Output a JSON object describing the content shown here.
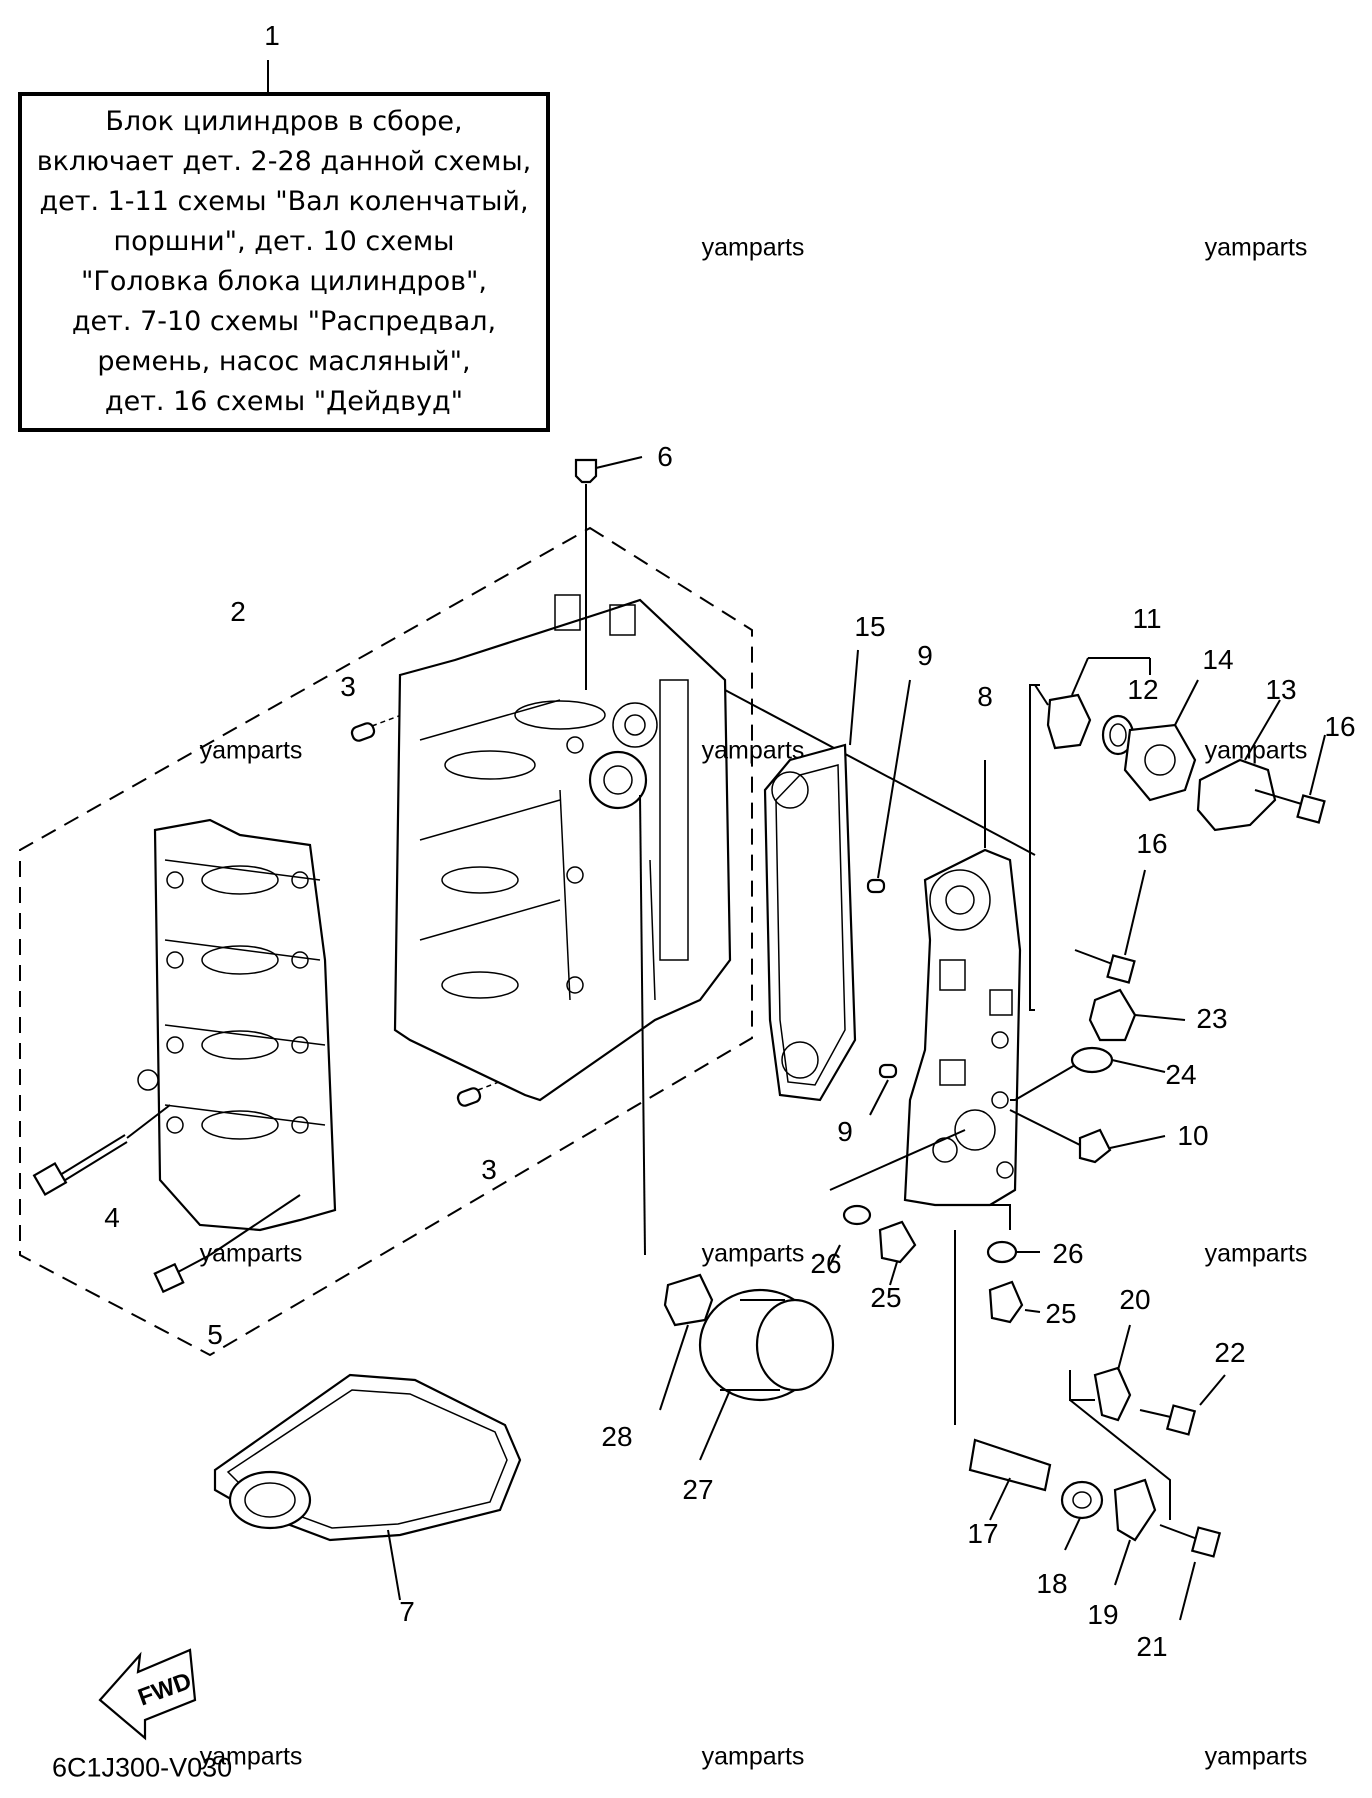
{
  "note": {
    "lines": [
      "Блок цилиндров в сборе,",
      "включает дет. 2-28 данной схемы,",
      "дет. 1-11 схемы \"Вал коленчатый,",
      "поршни\", дет. 10 схемы",
      "\"Головка блока цилиндров\",",
      "дет. 7-10 схемы \"Распредвал,",
      "ремень, насос масляный\",",
      "дет. 16 схемы \"Дейдвуд\""
    ]
  },
  "callouts": [
    {
      "id": "c1",
      "label": "1"
    },
    {
      "id": "c2",
      "label": "2"
    },
    {
      "id": "c3a",
      "label": "3"
    },
    {
      "id": "c3b",
      "label": "3"
    },
    {
      "id": "c4",
      "label": "4"
    },
    {
      "id": "c5",
      "label": "5"
    },
    {
      "id": "c6",
      "label": "6"
    },
    {
      "id": "c7",
      "label": "7"
    },
    {
      "id": "c8",
      "label": "8"
    },
    {
      "id": "c9a",
      "label": "9"
    },
    {
      "id": "c9b",
      "label": "9"
    },
    {
      "id": "c10",
      "label": "10"
    },
    {
      "id": "c11",
      "label": "11"
    },
    {
      "id": "c12",
      "label": "12"
    },
    {
      "id": "c13",
      "label": "13"
    },
    {
      "id": "c14",
      "label": "14"
    },
    {
      "id": "c15",
      "label": "15"
    },
    {
      "id": "c16a",
      "label": "16"
    },
    {
      "id": "c16b",
      "label": "16"
    },
    {
      "id": "c17",
      "label": "17"
    },
    {
      "id": "c18",
      "label": "18"
    },
    {
      "id": "c19",
      "label": "19"
    },
    {
      "id": "c20",
      "label": "20"
    },
    {
      "id": "c21",
      "label": "21"
    },
    {
      "id": "c22",
      "label": "22"
    },
    {
      "id": "c23",
      "label": "23"
    },
    {
      "id": "c24",
      "label": "24"
    },
    {
      "id": "c25a",
      "label": "25"
    },
    {
      "id": "c25b",
      "label": "25"
    },
    {
      "id": "c26a",
      "label": "26"
    },
    {
      "id": "c26b",
      "label": "26"
    },
    {
      "id": "c27",
      "label": "27"
    },
    {
      "id": "c28",
      "label": "28"
    }
  ],
  "watermark": "yamparts",
  "fwd_label": "FWD",
  "diagram_code": "6C1J300-V030"
}
